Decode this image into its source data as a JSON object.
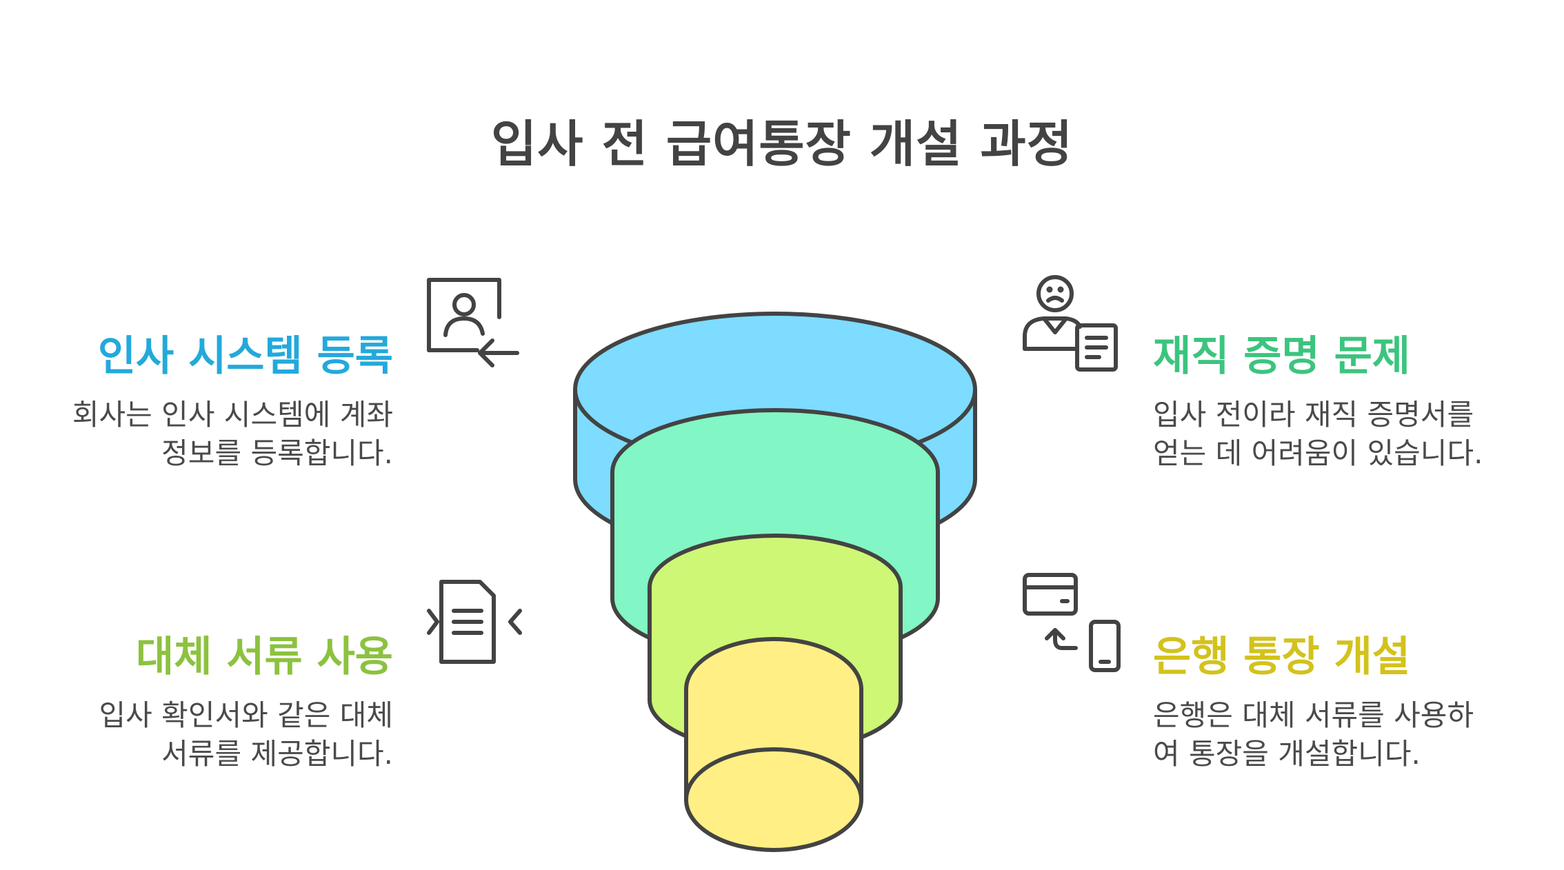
{
  "title": "입사 전 급여통장 개설 과정",
  "colors": {
    "blue": "#23A9DB",
    "green": "#3CC47E",
    "lime": "#8CC23F",
    "yellow": "#D3C21C",
    "outline": "#434343"
  },
  "steps": [
    {
      "heading": "인사 시스템 등록",
      "desc_line1": "회사는 인사 시스템에 계좌",
      "desc_line2": "정보를 등록합니다.",
      "icon": "profile-arrow-icon"
    },
    {
      "heading": "재직 증명 문제",
      "desc_line1": "입사 전이라 재직 증명서를",
      "desc_line2": "얻는 데 어려움이 있습니다.",
      "icon": "sad-person-document-icon"
    },
    {
      "heading": "대체 서류 사용",
      "desc_line1": "입사 확인서와 같은 대체",
      "desc_line2": "서류를 제공합니다.",
      "icon": "document-exchange-icon"
    },
    {
      "heading": "은행 통장 개설",
      "desc_line1": "은행은 대체 서류를 사용하",
      "desc_line2": "여 통장을 개설합니다.",
      "icon": "card-phone-icon"
    }
  ]
}
